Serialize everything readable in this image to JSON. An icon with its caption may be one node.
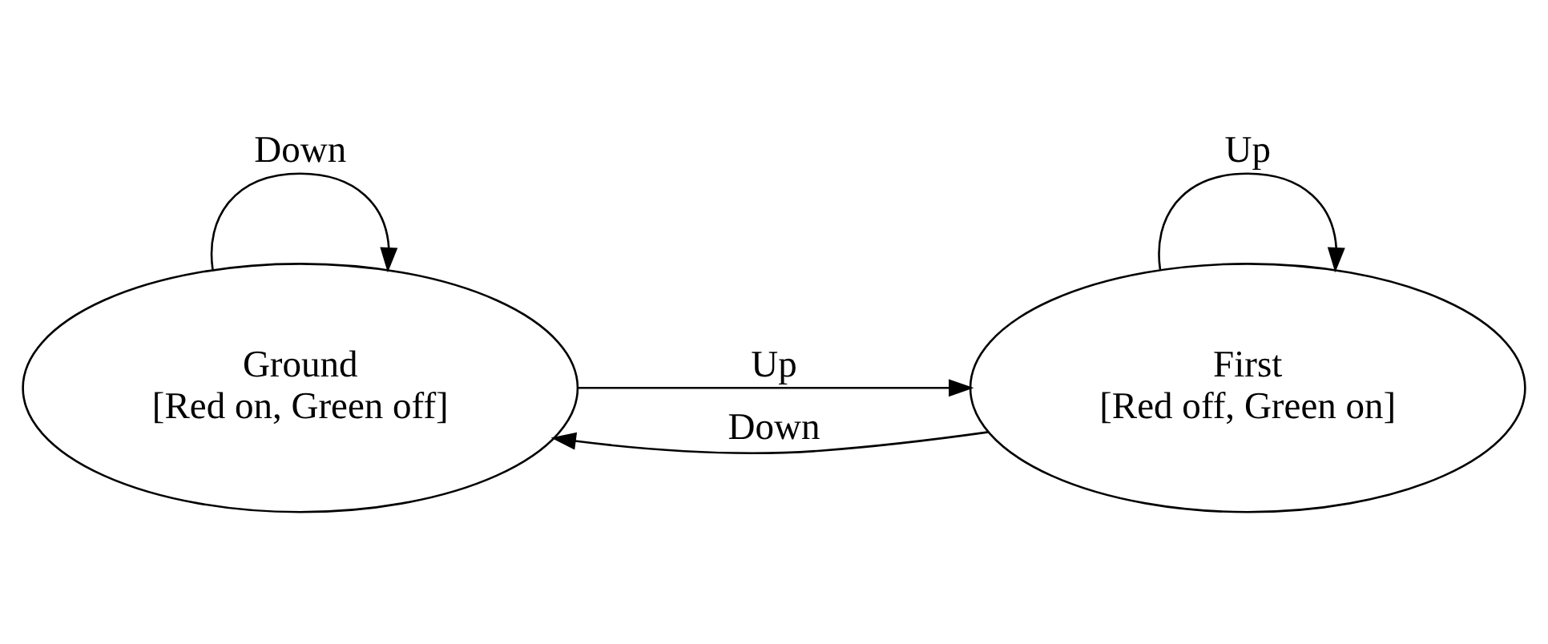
{
  "diagram": {
    "nodes": [
      {
        "text": [
          "Ground",
          "[Red on, Green off]"
        ]
      },
      {
        "text": [
          "First",
          "[Red off, Green on]"
        ]
      }
    ],
    "edges": [
      {
        "from": 0,
        "to": 0,
        "arrow": "to",
        "label": "Down"
      },
      {
        "from": 0,
        "to": 1,
        "arrow": "to",
        "label": "Up"
      },
      {
        "from": 1,
        "to": 1,
        "arrow": "to",
        "label": "Up"
      },
      {
        "from": 1,
        "to": 0,
        "arrow": "to",
        "label": "Down"
      }
    ]
  }
}
